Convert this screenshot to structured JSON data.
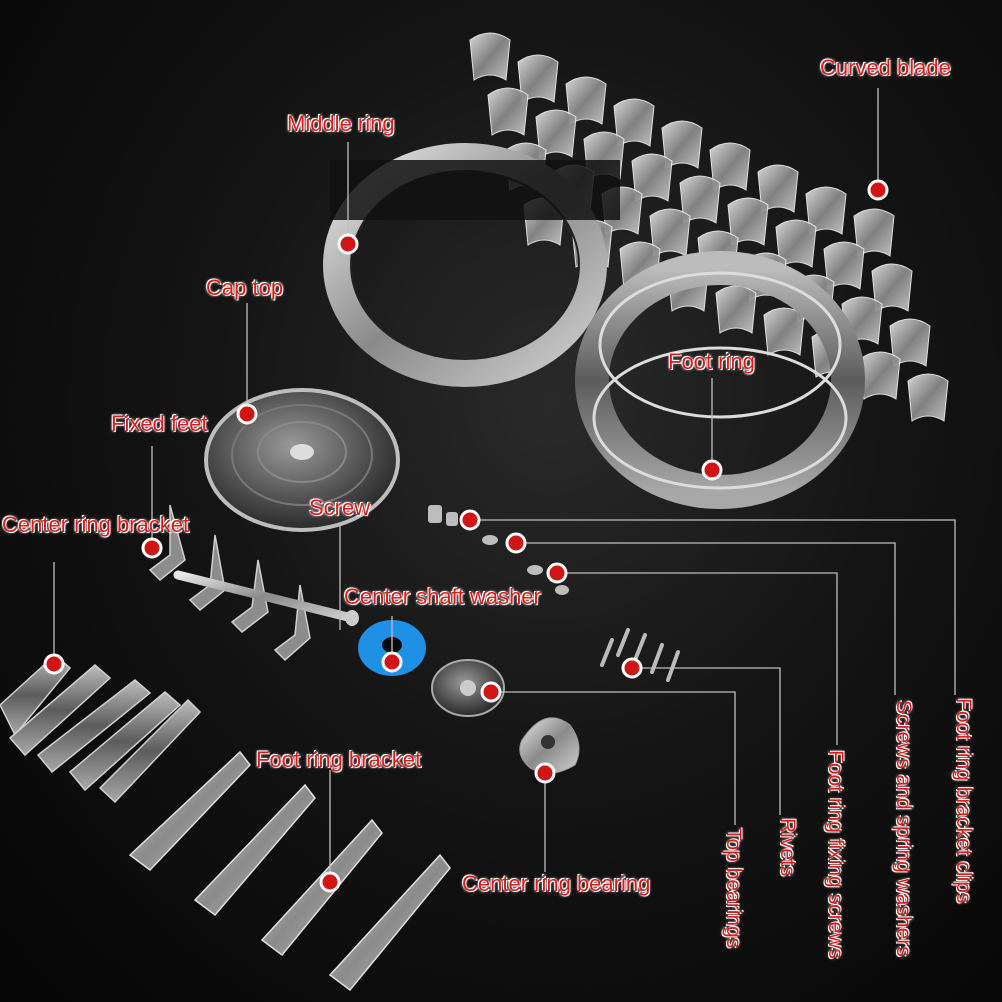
{
  "labels": {
    "curved_blade": "Curved blade",
    "middle_ring": "Middle ring",
    "cap_top": "Cap top",
    "foot_ring": "Foot ring",
    "fixed_feet": "Fixed feet",
    "screw": "Screw",
    "center_ring_bracket": "Center ring bracket",
    "center_shaft_washer": "Center shaft washer",
    "foot_ring_bracket": "Foot ring bracket",
    "center_ring_bearing": "Center ring bearing",
    "top_bearings": "Top bearings",
    "rivets": "Rivets",
    "foot_ring_fixing_screws": "Foot ring fixing screws",
    "screws_and_spring_washers": "Screws and spring washers",
    "foot_ring_bracket_clips": "Foot ring bracket clips"
  },
  "colors": {
    "label_red": "#e01a1a",
    "marker_red": "#d11515",
    "leader_line": "#bfbfbf",
    "washer_blue": "#1e90e6"
  }
}
